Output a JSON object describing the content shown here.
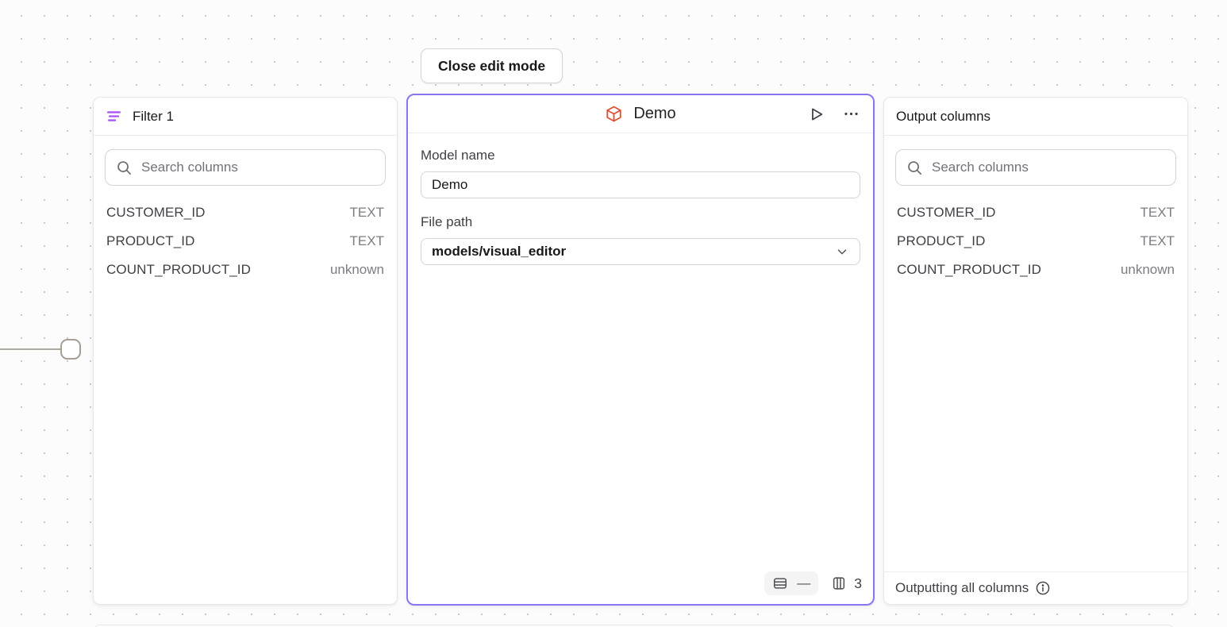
{
  "toolbar": {
    "close_button_label": "Close edit mode"
  },
  "filter_panel": {
    "title": "Filter 1",
    "search_placeholder": "Search columns",
    "columns": [
      {
        "name": "CUSTOMER_ID",
        "type": "TEXT"
      },
      {
        "name": "PRODUCT_ID",
        "type": "TEXT"
      },
      {
        "name": "COUNT_PRODUCT_ID",
        "type": "unknown"
      }
    ]
  },
  "model_panel": {
    "title": "Demo",
    "model_name_label": "Model name",
    "model_name_value": "Demo",
    "file_path_label": "File path",
    "file_path_value": "models/visual_editor",
    "row_count": "—",
    "column_count": "3"
  },
  "output_panel": {
    "title": "Output columns",
    "search_placeholder": "Search columns",
    "columns": [
      {
        "name": "CUSTOMER_ID",
        "type": "TEXT"
      },
      {
        "name": "PRODUCT_ID",
        "type": "TEXT"
      },
      {
        "name": "COUNT_PRODUCT_ID",
        "type": "unknown"
      }
    ],
    "footer_text": "Outputting all columns"
  },
  "icons": {
    "filter": "filter-lines-icon",
    "search": "search-icon",
    "model": "cube-icon",
    "run": "play-icon",
    "menu": "ellipsis-icon",
    "dropdown": "chevron-down-icon",
    "rows": "table-rows-icon",
    "columns": "table-columns-icon",
    "info": "info-circle-icon"
  },
  "colors": {
    "selected_border": "#8b74f0",
    "filter_icon": "#a855f7",
    "model_icon": "#e04e2f"
  }
}
